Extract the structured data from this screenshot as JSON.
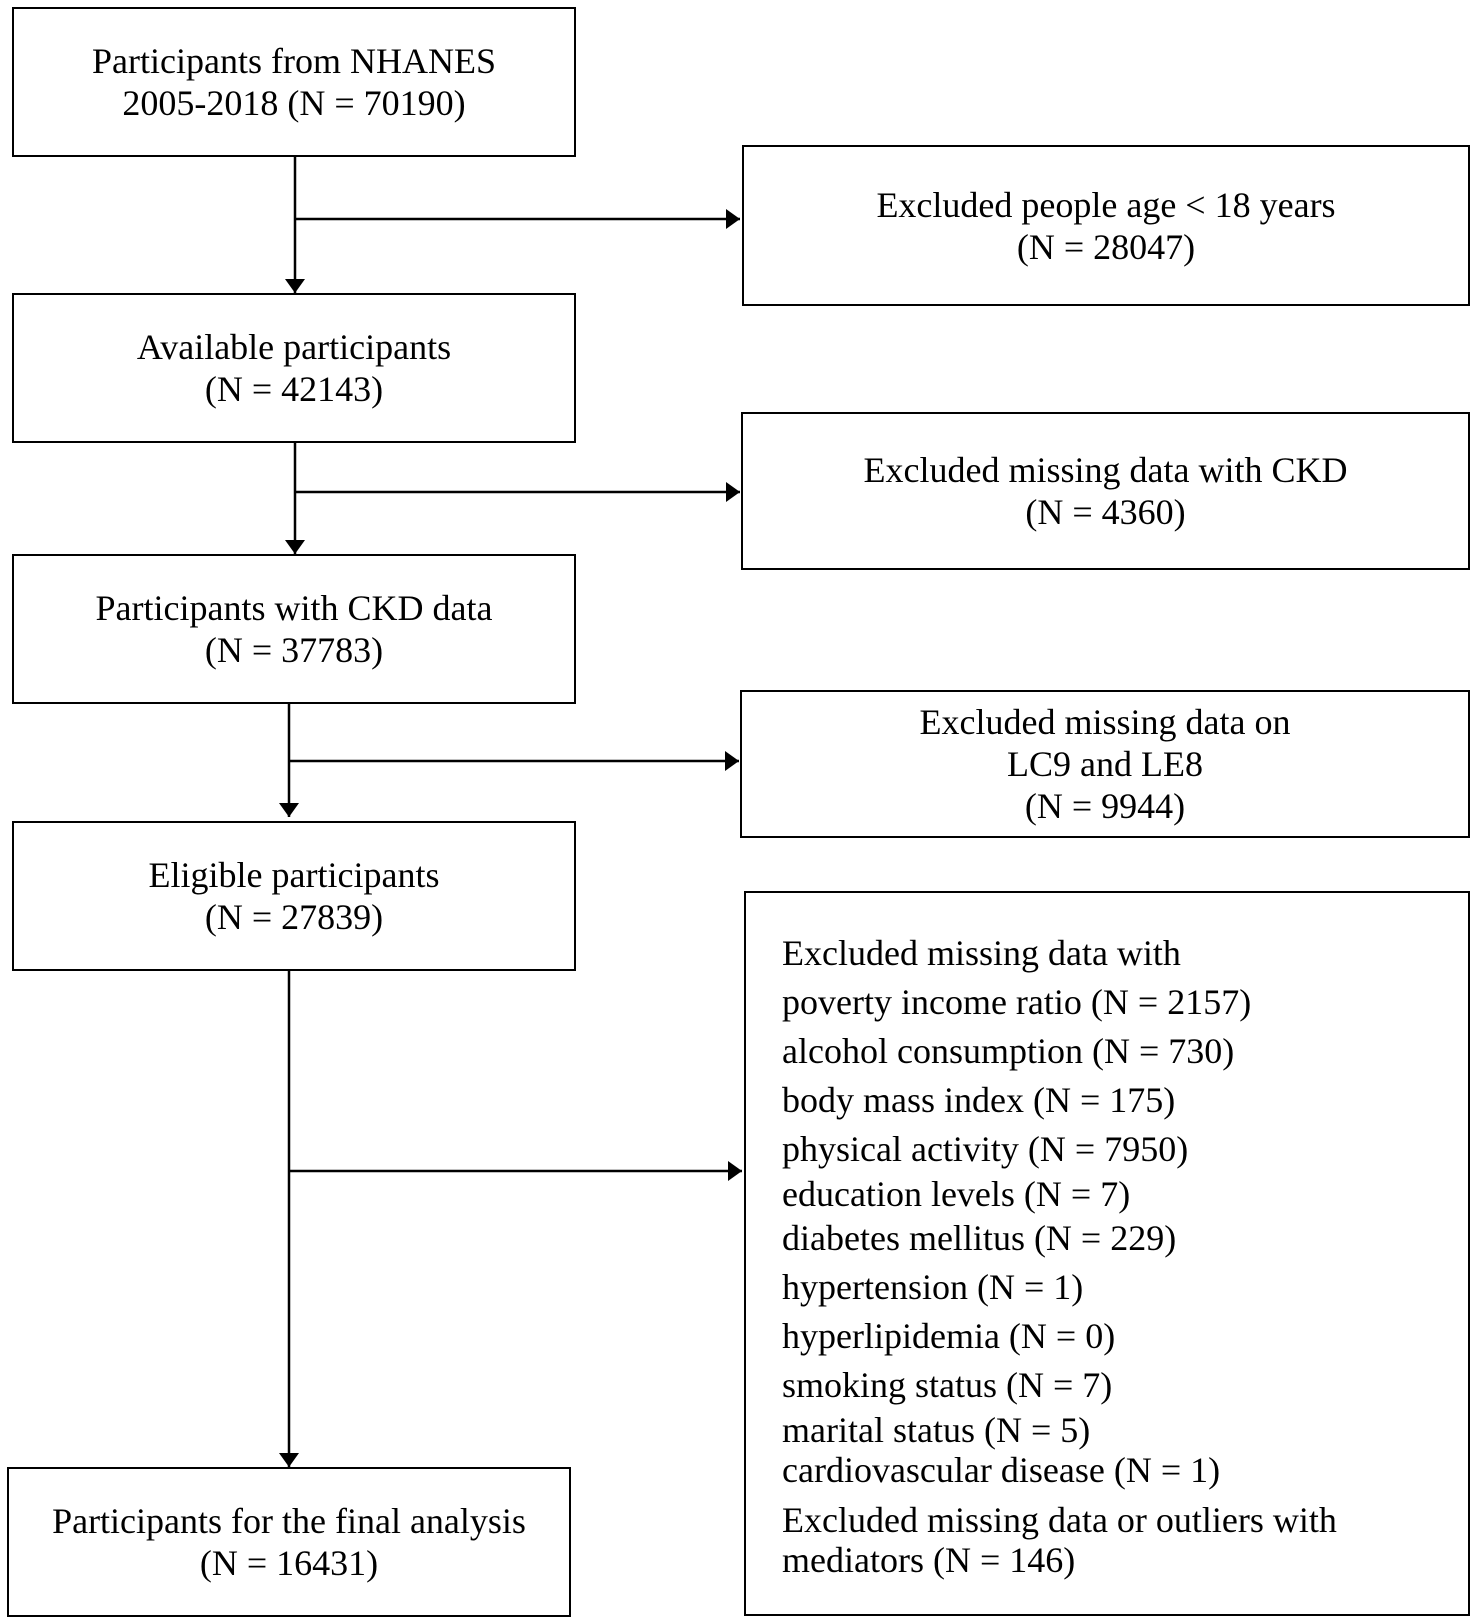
{
  "main_boxes": [
    {
      "id": "start",
      "lines": [
        "Participants from NHANES",
        "2005-2018 (N = 70190)"
      ]
    },
    {
      "id": "available",
      "lines": [
        "Available participants",
        "(N = 42143)"
      ]
    },
    {
      "id": "ckd",
      "lines": [
        "Participants with CKD data",
        "(N = 37783)"
      ]
    },
    {
      "id": "eligible",
      "lines": [
        "Eligible participants",
        "(N = 27839)"
      ]
    },
    {
      "id": "final",
      "lines": [
        "Participants for the final analysis",
        "(N = 16431)"
      ]
    }
  ],
  "exclusion_boxes": [
    {
      "id": "age",
      "lines": [
        "Excluded people age < 18 years",
        "(N = 28047)"
      ]
    },
    {
      "id": "missing-ckd",
      "lines": [
        "Excluded missing data with CKD",
        "(N = 4360)"
      ]
    },
    {
      "id": "missing-lc9-le8",
      "lines": [
        "Excluded missing data on",
        "LC9 and LE8",
        "(N = 9944)"
      ]
    }
  ],
  "covariate_exclusions": {
    "heading": "Excluded missing data with",
    "items": [
      "poverty income ratio (N = 2157)",
      "alcohol consumption (N = 730)",
      "body mass index (N = 175)",
      "physical activity (N = 7950)",
      "education levels (N = 7)",
      "diabetes mellitus (N = 229)",
      "hypertension (N = 1)",
      "hyperlipidemia (N = 0)",
      "smoking status (N = 7)",
      "marital status (N = 5)",
      "cardiovascular disease (N = 1)"
    ],
    "mediator_lines": [
      "Excluded missing data or outliers with",
      "mediators (N = 146)"
    ]
  }
}
